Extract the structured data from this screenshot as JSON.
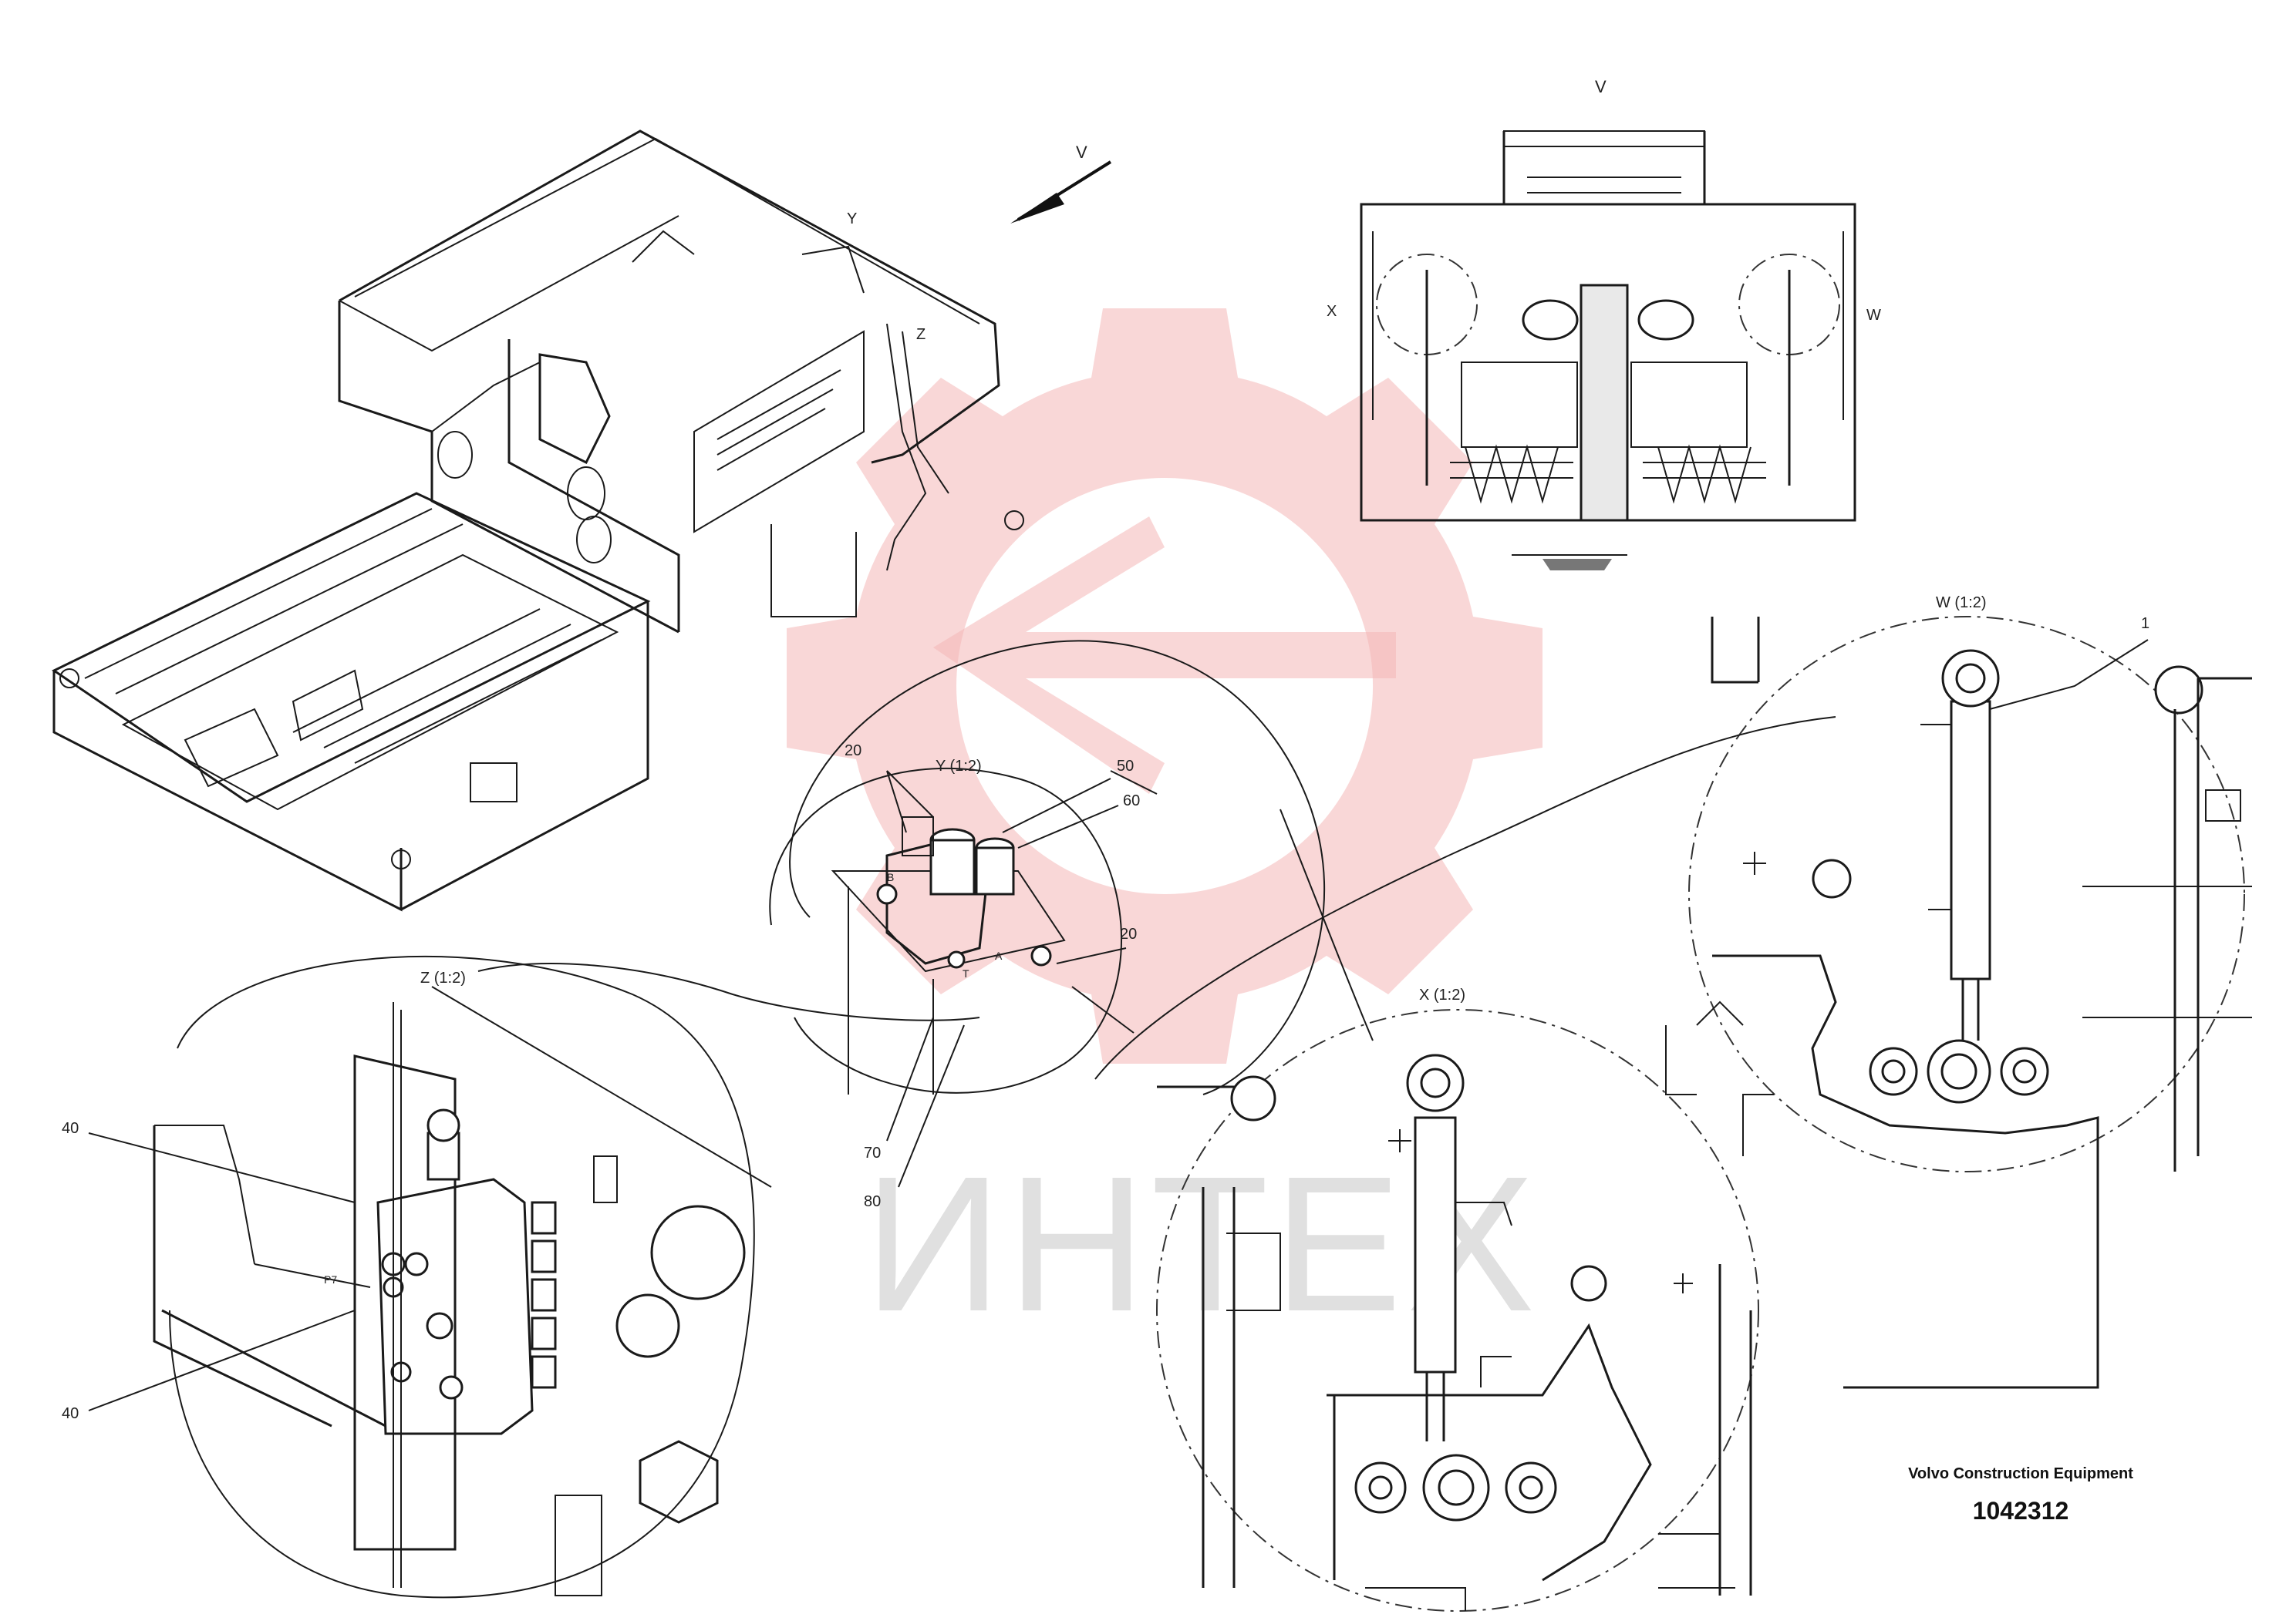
{
  "watermark": {
    "text": "ИНТЕХ",
    "logo": "gear-logo"
  },
  "views": {
    "main_view_arrow": "V",
    "view_v": {
      "label": "V",
      "markers": [
        "X",
        "W"
      ]
    },
    "callout_y": {
      "label": "Y",
      "title": "Y (1:2)"
    },
    "callout_z": {
      "label": "Z",
      "title": "Z (1:2)"
    },
    "detail_w": {
      "title": "W (1:2)"
    },
    "detail_x": {
      "title": "X (1:2)"
    }
  },
  "parts": {
    "p1": "1",
    "p20a": "20",
    "p20b": "20",
    "p40a": "40",
    "p40b": "40",
    "p50": "50",
    "p60": "60",
    "p70": "70",
    "p80": "80"
  },
  "port_marks": {
    "b": "B",
    "a": "A",
    "t": "T",
    "p7": "P7"
  },
  "title_block": {
    "company": "Volvo Construction Equipment",
    "doc_number": "1042312"
  }
}
